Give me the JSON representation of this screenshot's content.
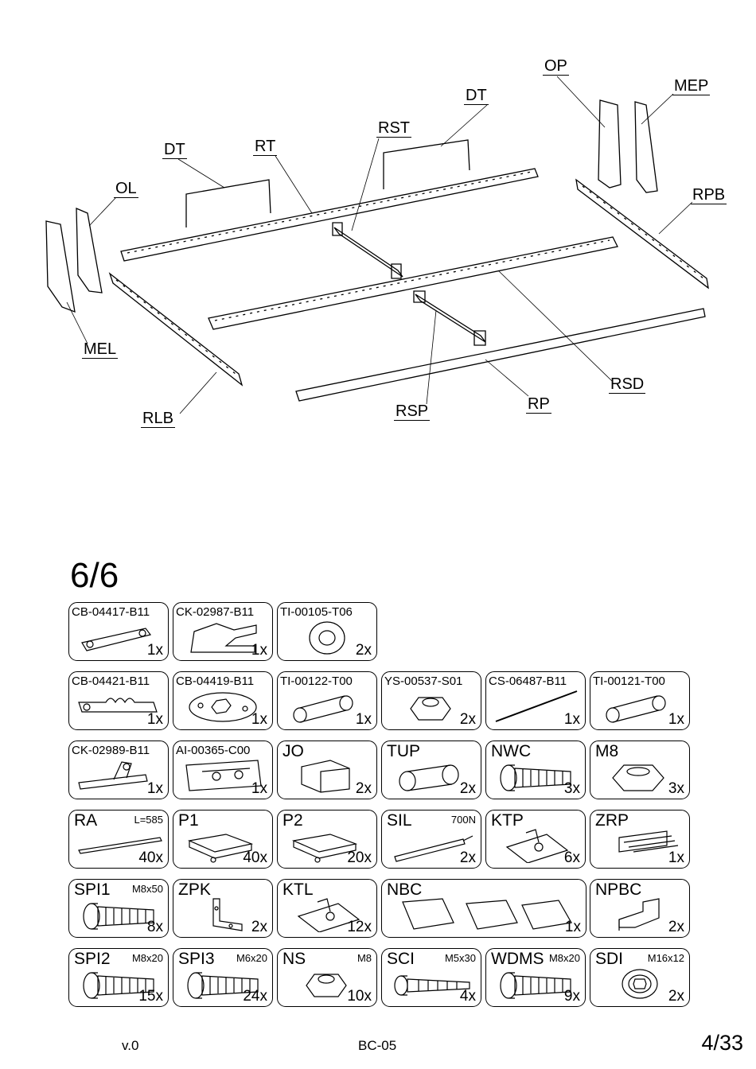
{
  "diagram": {
    "labels": {
      "op": "OP",
      "mep": "MEP",
      "dt_right": "DT",
      "rst": "RST",
      "dt_left": "DT",
      "rt": "RT",
      "ol": "OL",
      "rpb": "RPB",
      "mel": "MEL",
      "rsd": "RSD",
      "rp": "RP",
      "rsp": "RSP",
      "rlb": "RLB"
    }
  },
  "set_title": "6/6",
  "rows": [
    [
      {
        "code": "CB-04417-B11",
        "qty": "1x",
        "icon": "flat-plate-icon"
      },
      {
        "code": "CK-02987-B11",
        "qty": "1x",
        "icon": "bracket-icon"
      },
      {
        "code": "TI-00105-T06",
        "qty": "2x",
        "icon": "washer-icon"
      }
    ],
    [
      {
        "code": "CB-04421-B11",
        "qty": "1x",
        "icon": "serrated-lever-icon"
      },
      {
        "code": "CB-04419-B11",
        "qty": "1x",
        "icon": "hex-plate-icon"
      },
      {
        "code": "TI-00122-T00",
        "qty": "1x",
        "icon": "tube-icon"
      },
      {
        "code": "YS-00537-S01",
        "qty": "2x",
        "icon": "lock-nut-icon"
      },
      {
        "code": "CS-06487-B11",
        "qty": "1x",
        "icon": "rod-icon"
      },
      {
        "code": "TI-00121-T00",
        "qty": "1x",
        "icon": "tube-icon"
      }
    ],
    [
      {
        "code": "CK-02989-B11",
        "qty": "1x",
        "icon": "hook-plate-icon"
      },
      {
        "code": "AI-00365-C00",
        "qty": "1x",
        "icon": "hinge-assembly-icon"
      },
      {
        "code": "JO",
        "qty": "2x",
        "icon": "channel-icon"
      },
      {
        "code": "TUP",
        "qty": "2x",
        "icon": "sleeve-icon"
      },
      {
        "code": "NWC",
        "qty": "3x",
        "icon": "bolt-icon"
      },
      {
        "code": "M8",
        "qty": "3x",
        "icon": "hex-nut-icon"
      }
    ],
    [
      {
        "code": "RA",
        "spec": "L=585",
        "qty": "40x",
        "icon": "slat-icon"
      },
      {
        "code": "P1",
        "qty": "40x",
        "icon": "slat-cap-icon"
      },
      {
        "code": "P2",
        "qty": "20x",
        "icon": "slat-cap-icon"
      },
      {
        "code": "SIL",
        "spec": "700N",
        "qty": "2x",
        "icon": "gas-spring-icon"
      },
      {
        "code": "KTP",
        "qty": "6x",
        "icon": "clip-plate-icon"
      },
      {
        "code": "ZRP",
        "qty": "1x",
        "icon": "stack-icon"
      }
    ],
    [
      {
        "code": "SPI1",
        "spec": "M8x50",
        "qty": "8x",
        "icon": "bolt-icon"
      },
      {
        "code": "ZPK",
        "qty": "2x",
        "icon": "angle-bracket-icon"
      },
      {
        "code": "KTL",
        "qty": "12x",
        "icon": "clip-plate-icon"
      },
      {
        "code": "NBC",
        "qty": "1x",
        "icon": "foot-bracket-icon",
        "wide": true
      },
      {
        "code": "NPBC",
        "qty": "2x",
        "icon": "corner-bracket-icon"
      }
    ],
    [
      {
        "code": "SPI2",
        "spec": "M8x20",
        "qty": "15x",
        "icon": "bolt-icon"
      },
      {
        "code": "SPI3",
        "spec": "M6x20",
        "qty": "24x",
        "icon": "bolt-icon"
      },
      {
        "code": "NS",
        "spec": "M8",
        "qty": "10x",
        "icon": "lock-nut-icon"
      },
      {
        "code": "SCI",
        "spec": "M5x30",
        "qty": "4x",
        "icon": "screw-icon"
      },
      {
        "code": "WDMS",
        "spec": "M8x20",
        "qty": "9x",
        "icon": "bolt-icon"
      },
      {
        "code": "SDI",
        "spec": "M16x12",
        "qty": "2x",
        "icon": "plug-icon"
      }
    ]
  ],
  "footer": {
    "version": "v.0",
    "model": "BC-05",
    "page": "4/33"
  }
}
